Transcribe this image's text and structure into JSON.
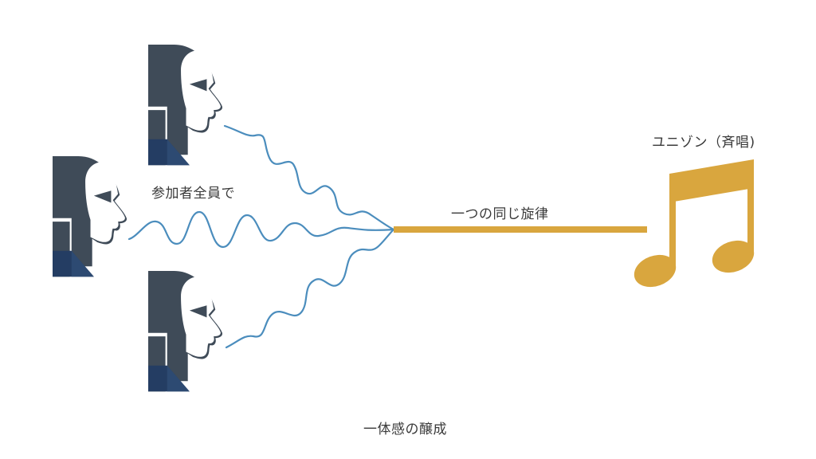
{
  "labels": {
    "participants": "参加者全員で",
    "melody": "一つの同じ旋律",
    "unison": "ユニゾン（斉唱)",
    "unity": "一体感の醸成"
  },
  "icons": {
    "person": "singing-face-profile-icon",
    "note": "beamed-eighth-notes-icon"
  },
  "colors": {
    "face_dark": "#3f4b58",
    "face_navy": "#243d63",
    "sound_wave": "#4b8dbd",
    "melody": "#d9a63e",
    "background": "#ffffff",
    "text": "#3a3a3a"
  }
}
